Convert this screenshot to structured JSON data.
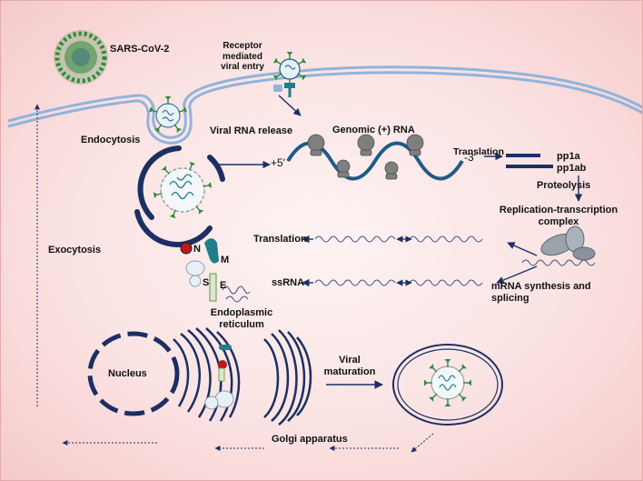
{
  "labels": {
    "sars_cov_2": "SARS-CoV-2",
    "receptor_entry": [
      "Receptor",
      "mediated",
      "viral entry"
    ],
    "endocytosis": "Endocytosis",
    "viral_rna_release": "Viral RNA release",
    "genomic_rna": "Genomic (+) RNA",
    "five_prime": "+5′",
    "three_prime": "-3′",
    "translation_top": "Translation",
    "pp1a": "pp1a",
    "pp1ab": "pp1ab",
    "proteolysis": "Proteolysis",
    "rtc": [
      "Replication-transcription",
      "complex"
    ],
    "translation_mid": "Translation",
    "ssrna": "ssRNA",
    "mrna_synthesis": [
      "mRNA synthesis and",
      "splicing"
    ],
    "exocytosis": "Exocytosis",
    "protein_n": "N",
    "protein_m": "M",
    "protein_s": "S",
    "protein_e": "E",
    "er": [
      "Endoplasmic",
      "reticulum"
    ],
    "nucleus": "Nucleus",
    "viral_maturation": [
      "Viral",
      "maturation"
    ],
    "golgi": "Golgi apparatus"
  },
  "colors": {
    "membrane": "#8fb4dc",
    "navy": "#1b2f63",
    "rna_blue": "#1f5a8a",
    "spike_green": "#2e8b3a",
    "ribosome_gray": "#7f7f7f",
    "n_protein_red": "#c0171b",
    "teal": "#1f7d8c",
    "e_protein": "#d8ecc4"
  }
}
